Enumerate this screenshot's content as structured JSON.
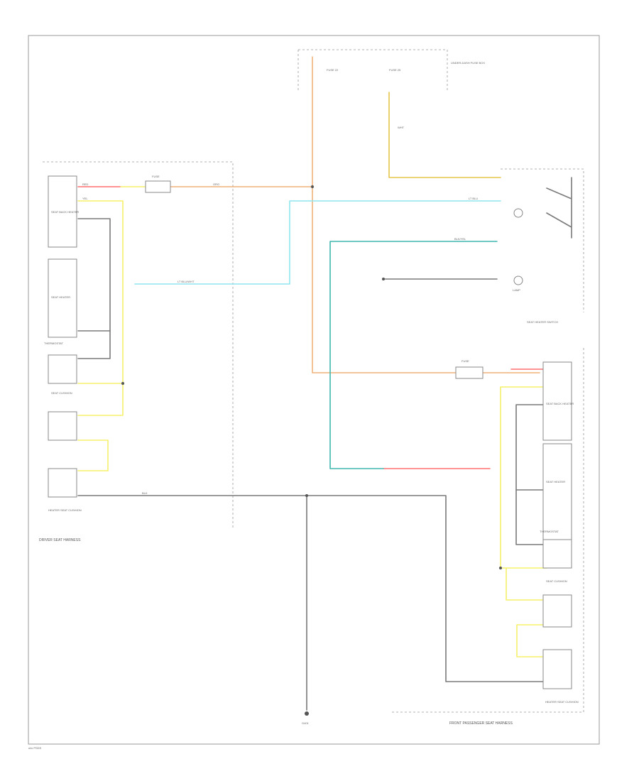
{
  "labels": {
    "driver_harness": "DRIVER SEAT HARNESS",
    "passenger_harness": "FRONT PASSENGER SEAT HARNESS",
    "fuse_box_top": "UNDER-DASH FUSE BOX",
    "ground": "G401",
    "footer": "w/o PSDS",
    "driver_heater": "SEAT HEATER",
    "driver_thermostat": "THERMOSTAT",
    "passenger_heater": "SEAT HEATER",
    "passenger_thermostat": "THERMOSTAT",
    "heater_switch": "SEAT HEATER SWITCH",
    "lamp": "LAMP",
    "fuse_left": "FUSE",
    "fuse_right": "FUSE",
    "driver_back": "SEAT BACK HEATER",
    "driver_cushion": "SEAT CUSHION",
    "passenger_back": "SEAT BACK HEATER",
    "passenger_cushion": "SEAT CUSHION",
    "driver_seat_bottom": "HEATER SEAT CUSHION",
    "passenger_seat_bottom": "HEATER SEAT CUSHION"
  },
  "wire_codes": {
    "red": "RED",
    "yel": "YEL",
    "blk": "BLK",
    "org": "ORG",
    "lt_blu": "LT BLU",
    "lt_blu_wht": "LT BLU/WHT",
    "blk_yel": "BLK/YEL",
    "wht": "WHT"
  }
}
